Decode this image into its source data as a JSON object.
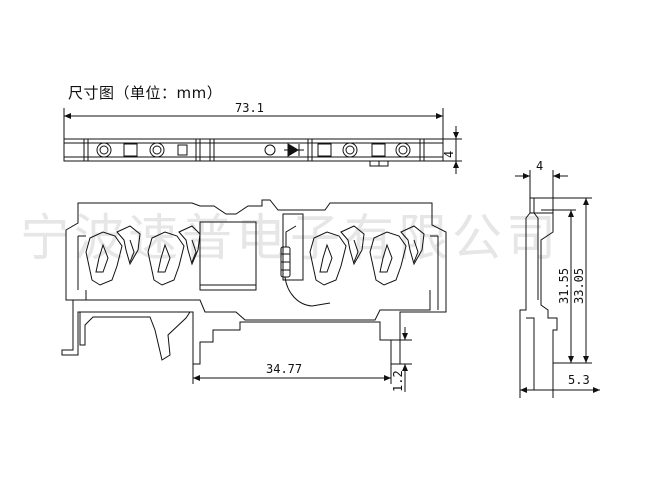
{
  "title": "尺寸图（单位：mm）",
  "watermark": "宁波速普电子有限公司",
  "dimensions": {
    "overall_length": "73.1",
    "top_view_height": "4",
    "base_span": "34.77",
    "foot_height": "1.2",
    "side_width": "4",
    "side_height_inner": "31.55",
    "side_height_outer": "33.05",
    "side_base_width": "5.3"
  }
}
